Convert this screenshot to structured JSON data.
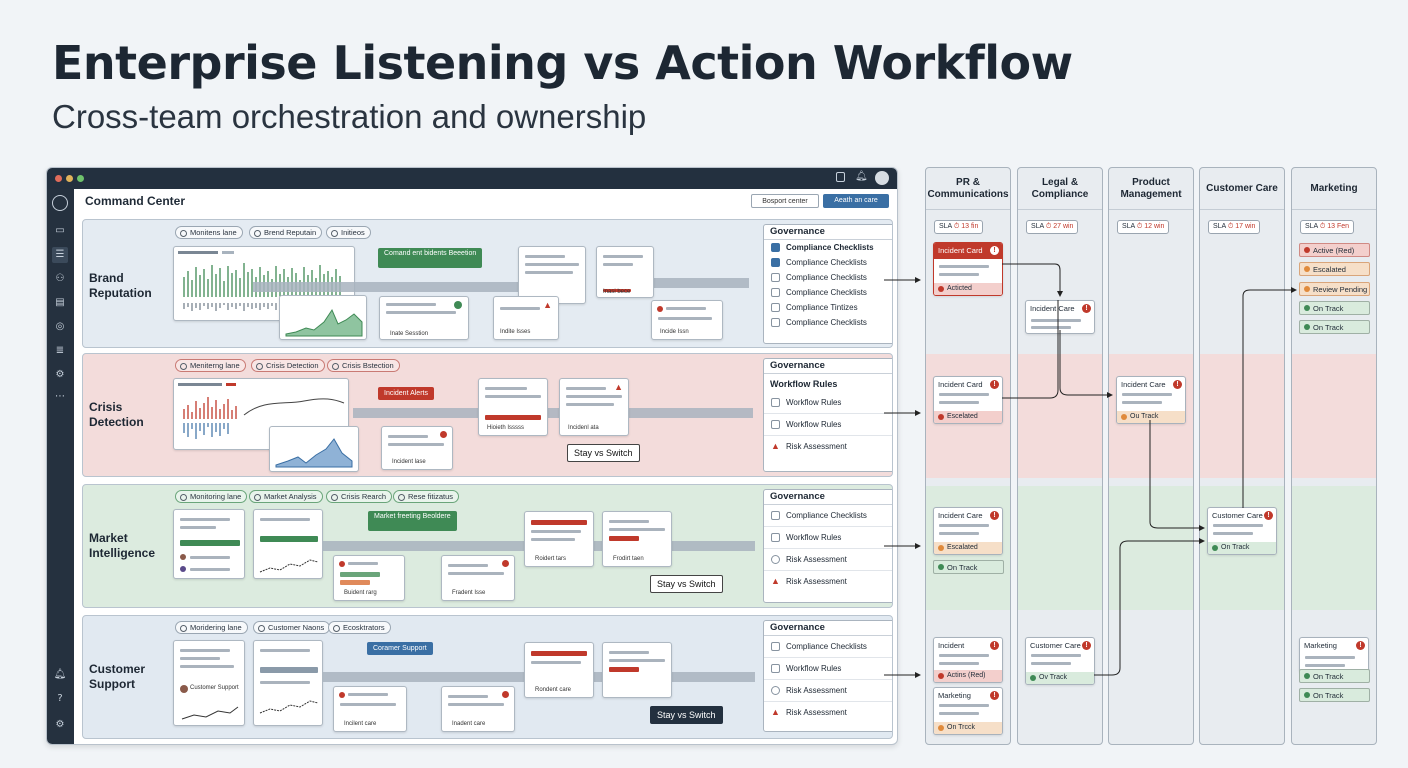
{
  "title": "Enterprise Listening vs Action Workflow",
  "subtitle": "Cross-team orchestration and ownership",
  "app": {
    "header": "Command Center",
    "buttons": {
      "report": "Bosport center",
      "action": "Aeath an care"
    },
    "lanes": [
      {
        "title": "Brand Reputation",
        "pills": [
          "Monitens lane",
          "Brend Reputain",
          "Initieos"
        ],
        "callout": "Comand ent bidents Beeetion",
        "captions": [
          "Inate Sesstion",
          "Indite Isses",
          "Inasi bece",
          "Incide Issn"
        ],
        "governance": {
          "title": "Governance",
          "rows": [
            "Compliance Checklists",
            "Compliance Checklists",
            "Compliance Checklists",
            "Compliance Checklists",
            "Compliance Tintizes",
            "Compliance Checklists"
          ]
        }
      },
      {
        "title": "Crisis Detection",
        "pills": [
          "Meniterng lane",
          "Crisis Detection",
          "Crisis Bstection"
        ],
        "callout": "Incident Alerts",
        "captions": [
          "Hioieth Isssss",
          "Incidenl ata",
          "Incident lase"
        ],
        "stay_switch": "Stay vs Switch",
        "governance": {
          "title": "Governance",
          "subtitle": "Workflow Rules",
          "rows": [
            "Workflow Rules",
            "Workflow Rules",
            "Risk Assessment"
          ]
        }
      },
      {
        "title": "Market Intelligence",
        "pills": [
          "Monitoring lane",
          "Market Analysis",
          "Crisis Rearch",
          "Rese fitizatus"
        ],
        "callout": "Market freeting Beoldere",
        "captions": [
          "Roidert tars",
          "Frodirt taen",
          "Buident rarg",
          "Fradent Isse"
        ],
        "stay_switch": "Stay vs Switch",
        "governance": {
          "title": "Governance",
          "rows": [
            "Compliance Checklists",
            "Workflow Rules",
            "Risk Assessment",
            "Risk Assessment"
          ]
        }
      },
      {
        "title": "Customer Support",
        "pills": [
          "Moridering lane",
          "Customer Naons",
          "Ecosktrators"
        ],
        "callout": "Coramer Support",
        "captions": [
          "Customer Support",
          "Incilent care",
          "Inadent care",
          "Rondent care"
        ],
        "stay_switch": "Stay vs Switch",
        "governance": {
          "title": "Governance",
          "rows": [
            "Compliance Checklists",
            "Workflow Rules",
            "Risk Assessment",
            "Risk Assessment"
          ]
        }
      }
    ]
  },
  "board": {
    "columns": [
      {
        "name": "PR & Communications",
        "sla": "SLA",
        "sla_value": "13 fin"
      },
      {
        "name": "Legal & Compliance",
        "sla": "SLA",
        "sla_value": "27 win"
      },
      {
        "name": "Product Management",
        "sla": "SLA",
        "sla_value": "12 win"
      },
      {
        "name": "Customer Care",
        "sla": "SLA",
        "sla_value": "17 win"
      },
      {
        "name": "Marketing",
        "sla": "SLA",
        "sla_value": "13 Fen"
      }
    ],
    "cards": {
      "pr1": {
        "title": "Incident Card",
        "status": "Acticted"
      },
      "pr2": {
        "title": "Incident Card",
        "status": "Escelated"
      },
      "pr3": {
        "title": "Incident Care",
        "status": "Escalated",
        "tag": "On Track"
      },
      "pr4": {
        "title": "Incident",
        "status": "Actins (Red)"
      },
      "pr5": {
        "title": "Marketing",
        "status": "On Trcck"
      },
      "legal1": {
        "title": "Incident Care"
      },
      "legal2": {
        "title": "Customer Care",
        "status": "Ov Track"
      },
      "pm1": {
        "title": "Incident Care",
        "status": "Ou Track"
      },
      "cc1": {
        "title": "Customer Care",
        "status": "On Track"
      },
      "mk1": {
        "title": "Marketing",
        "tags": [
          "On Track",
          "On Track"
        ]
      }
    },
    "marketing_tags": [
      "Active (Red)",
      "Escalated",
      "Review Pending",
      "On Track",
      "On Track"
    ]
  },
  "colors": {
    "red": "#c0392b",
    "green": "#3f8a55",
    "blue": "#3a6fa4",
    "dark": "#23303f"
  }
}
